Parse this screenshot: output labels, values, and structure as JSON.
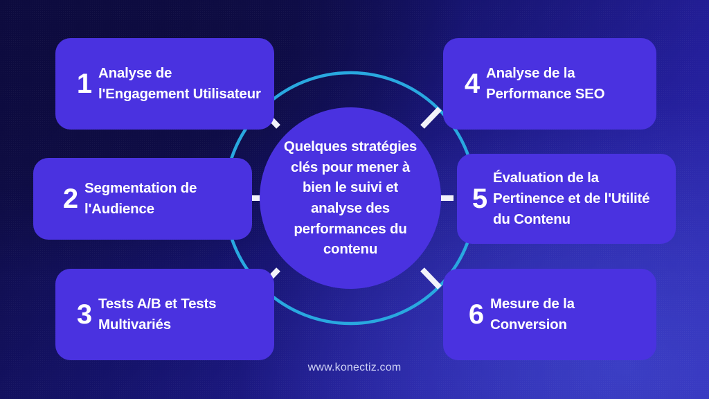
{
  "infographic": {
    "center": {
      "text": "Quelques stratégies clés pour mener à bien le suivi et analyse des performances du contenu"
    },
    "steps": [
      {
        "number": "1",
        "label": "Analyse de l'Engagement Utilisateur"
      },
      {
        "number": "2",
        "label": "Segmentation de l'Audience"
      },
      {
        "number": "3",
        "label": "Tests A/B et Tests Multivariés"
      },
      {
        "number": "4",
        "label": "Analyse de la Performance SEO"
      },
      {
        "number": "5",
        "label": "Évaluation de la Pertinence et de l'Utilité du Contenu"
      },
      {
        "number": "6",
        "label": "Mesure de la Conversion"
      }
    ],
    "footer": {
      "website": "www.konectiz.com"
    },
    "colors": {
      "box_fill": "#4a32e0",
      "ring_accent": "#29a8e0",
      "connector": "#f2f2fa",
      "text": "#ffffff",
      "footer_text": "#cfd2f5",
      "background_dark": "#0c0a38",
      "background_light": "#3b3ec4"
    }
  }
}
